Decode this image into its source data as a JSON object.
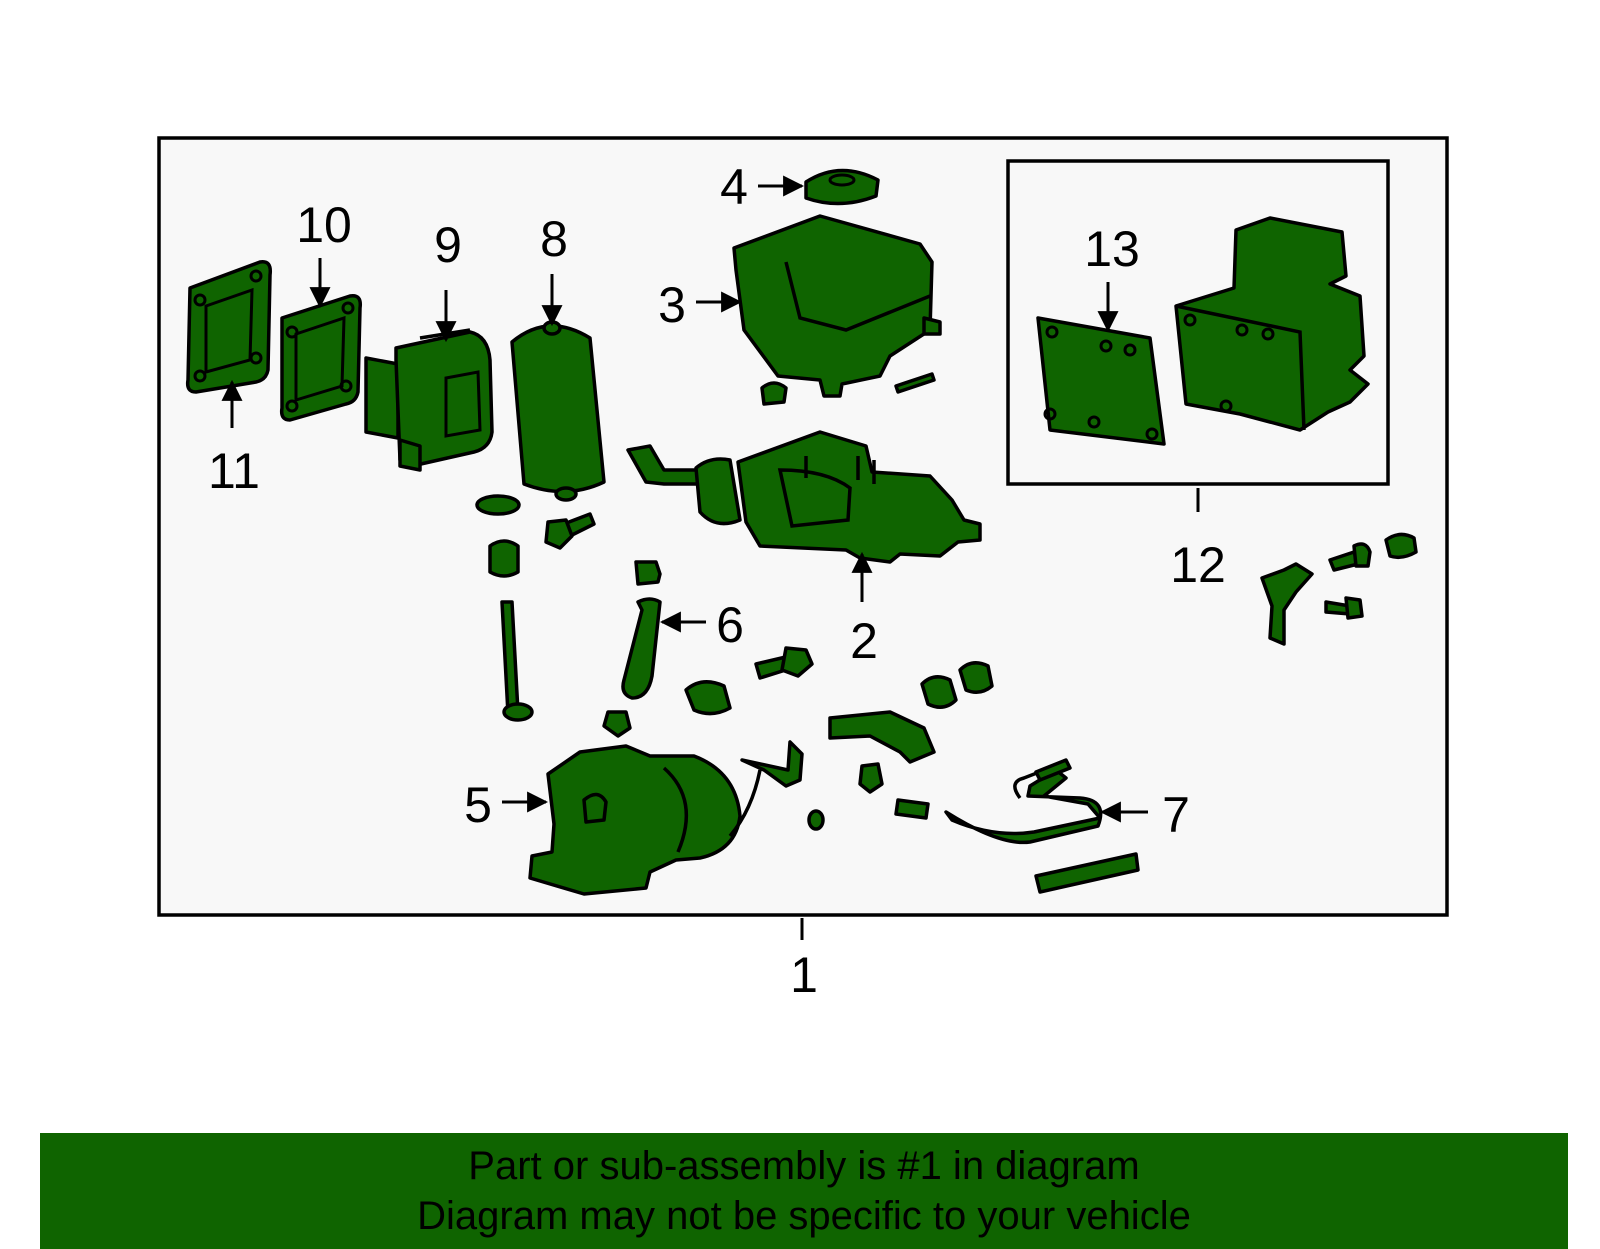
{
  "callouts": {
    "c1": "1",
    "c2": "2",
    "c3": "3",
    "c4": "4",
    "c5": "5",
    "c6": "6",
    "c7": "7",
    "c8": "8",
    "c9": "9",
    "c10": "10",
    "c11": "11",
    "c12": "12",
    "c13": "13"
  },
  "banner": {
    "line1": "Part or sub-assembly is #1 in diagram",
    "line2": "Diagram may not be specific to your vehicle"
  },
  "colors": {
    "part_fill": "#0f6400",
    "banner_bg": "#0f6400",
    "frame_bg": "#f8f8f8"
  }
}
